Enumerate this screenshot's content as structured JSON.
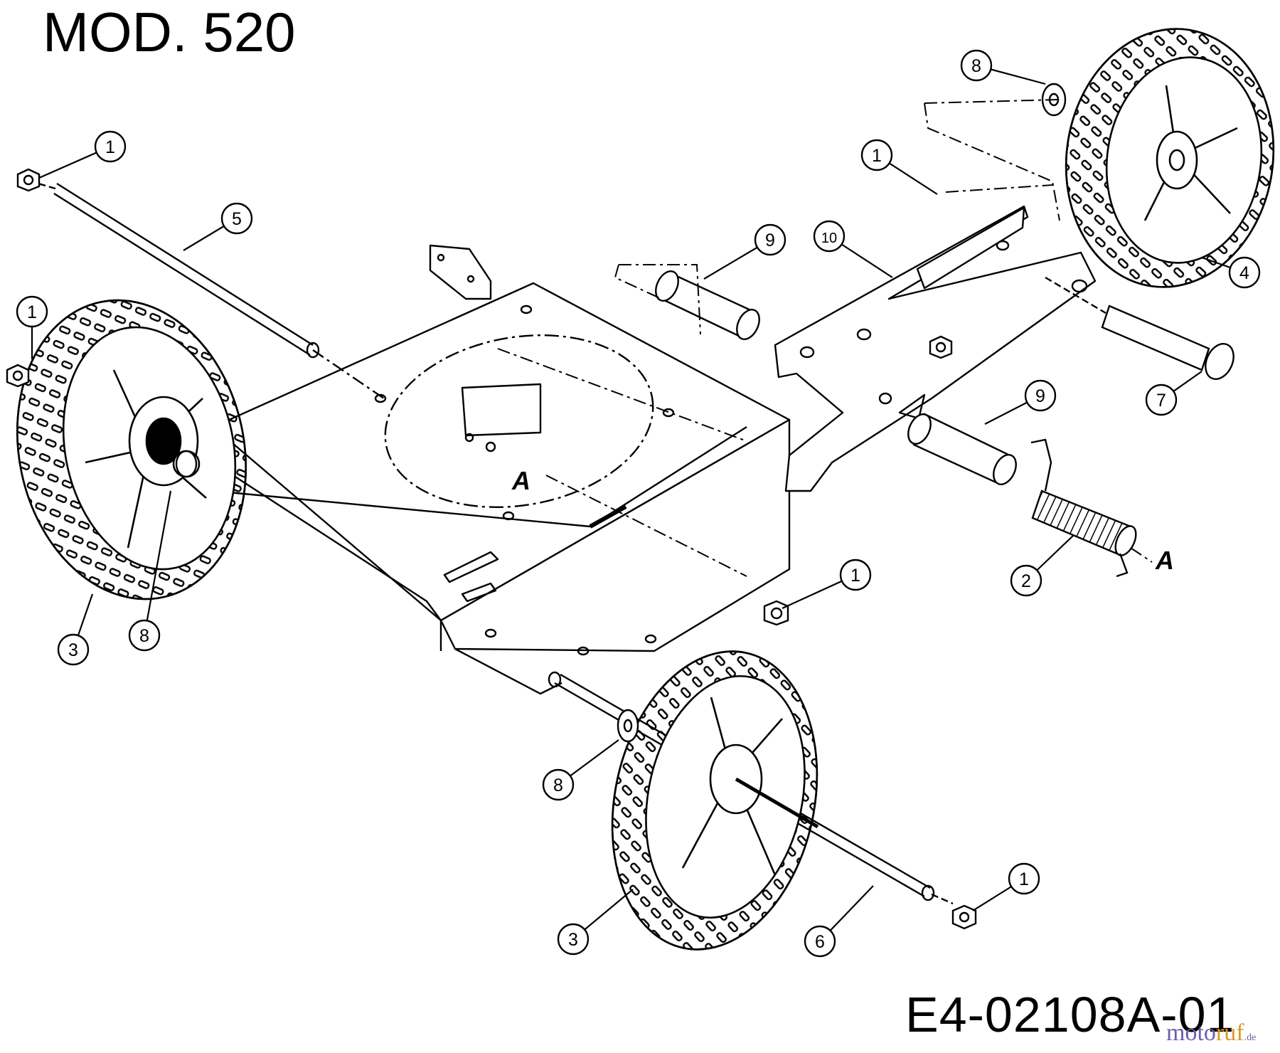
{
  "title": "MOD. 520",
  "drawing_code": "E4-02108A-01",
  "watermark": {
    "brand_main": "moto",
    "brand_accent": "ruf",
    "brand_suffix": ".de"
  },
  "section_marker": "A",
  "callouts": [
    {
      "id": "c1-top-left",
      "label": "1"
    },
    {
      "id": "c5",
      "label": "5"
    },
    {
      "id": "c1-left",
      "label": "1"
    },
    {
      "id": "c3-left",
      "label": "3"
    },
    {
      "id": "c8-left",
      "label": "8"
    },
    {
      "id": "c8-top",
      "label": "8"
    },
    {
      "id": "c1-top-right",
      "label": "1"
    },
    {
      "id": "c9-top",
      "label": "9"
    },
    {
      "id": "c10",
      "label": "10"
    },
    {
      "id": "c4",
      "label": "4"
    },
    {
      "id": "c7",
      "label": "7"
    },
    {
      "id": "c9-right",
      "label": "9"
    },
    {
      "id": "c2",
      "label": "2"
    },
    {
      "id": "c1-middle",
      "label": "1"
    },
    {
      "id": "c8-bottom",
      "label": "8"
    },
    {
      "id": "c3-bottom",
      "label": "3"
    },
    {
      "id": "c6",
      "label": "6"
    },
    {
      "id": "c1-bottom",
      "label": "1"
    }
  ]
}
